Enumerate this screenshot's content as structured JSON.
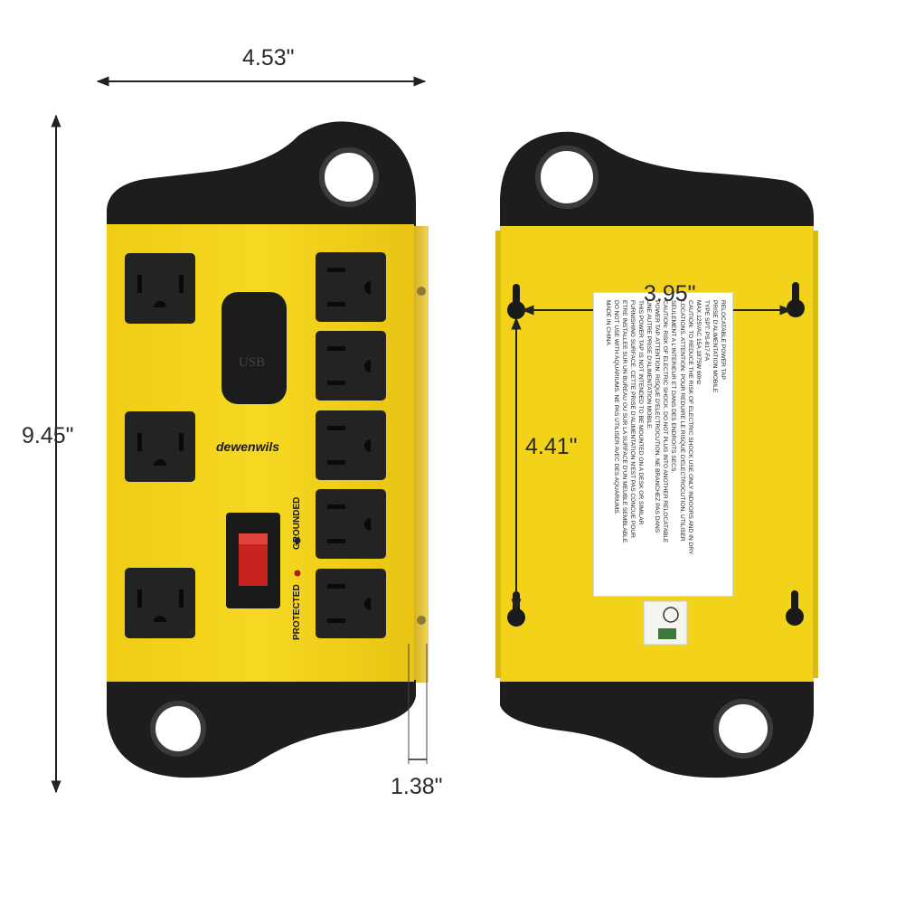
{
  "dimensions": {
    "front_width": "4.53\"",
    "front_height": "9.45\"",
    "depth": "1.38\"",
    "mount_hole_width": "3.95\"",
    "mount_hole_height": "4.41\""
  },
  "front_panel": {
    "brand": "dewenwils",
    "usb_label": "USB",
    "indicator_protected": "PROTECTED",
    "indicator_grounded": "GROUNDED"
  },
  "back_label": {
    "lines": [
      "RELOCATABLE POWER TAP",
      "PRISE D'ALIMENTATION MOBILE",
      "TYPE SPT: PS-817-FA",
      "MAX.125VAC 15A 1875W 60Hz",
      "CAUTION: TO REDUCE THE RISK OF ELECTRIC SHOCK USE ONLY INDOORS AND IN DRY",
      "LOCATIONS. ATTENTION: POUR REDUIRE LE RISQUE D'ELECTROCUTION, UTILISER",
      "SEULEMENT A L'INTERIEUR ET DANS DES ENDROITS SECS.",
      "CAUTION: RISK OF ELECTRIC SHOCK. DO NOT PLUG INTO ANOTHER RELOCATABLE",
      "POWER TAP. ATTENTION: RISQUE D'ELECTROCUTION. NE BRANCHEZ PAS DANS",
      "UNE AUTRE PRISE D'ALIMENTATION MOBILE.",
      "THIS POWER TAP IS NOT INTENDED TO BE MOUNTED ON A DESK OR SIMILAR",
      "FURNISHING SURFACE. CETTE PRISE D'ALIMENTATION N'EST PAS CONCUE POUR",
      "ETRE INSTALLEE SUR UN BUREAU OU SUR LA SURFACE D'UN MEUBLE SEMBLABLE.",
      "DO NOT USE WITH AQUARIUMS. NE PAS UTILISER AVEC DES AQUARIUMS.",
      "MADE IN CHINA"
    ]
  },
  "colors": {
    "housing_yellow": "#f3d31a",
    "end_cap_black": "#1d1d1d",
    "outlet_black": "#232323",
    "switch_red": "#c8231e",
    "arrow_color": "#222222"
  }
}
